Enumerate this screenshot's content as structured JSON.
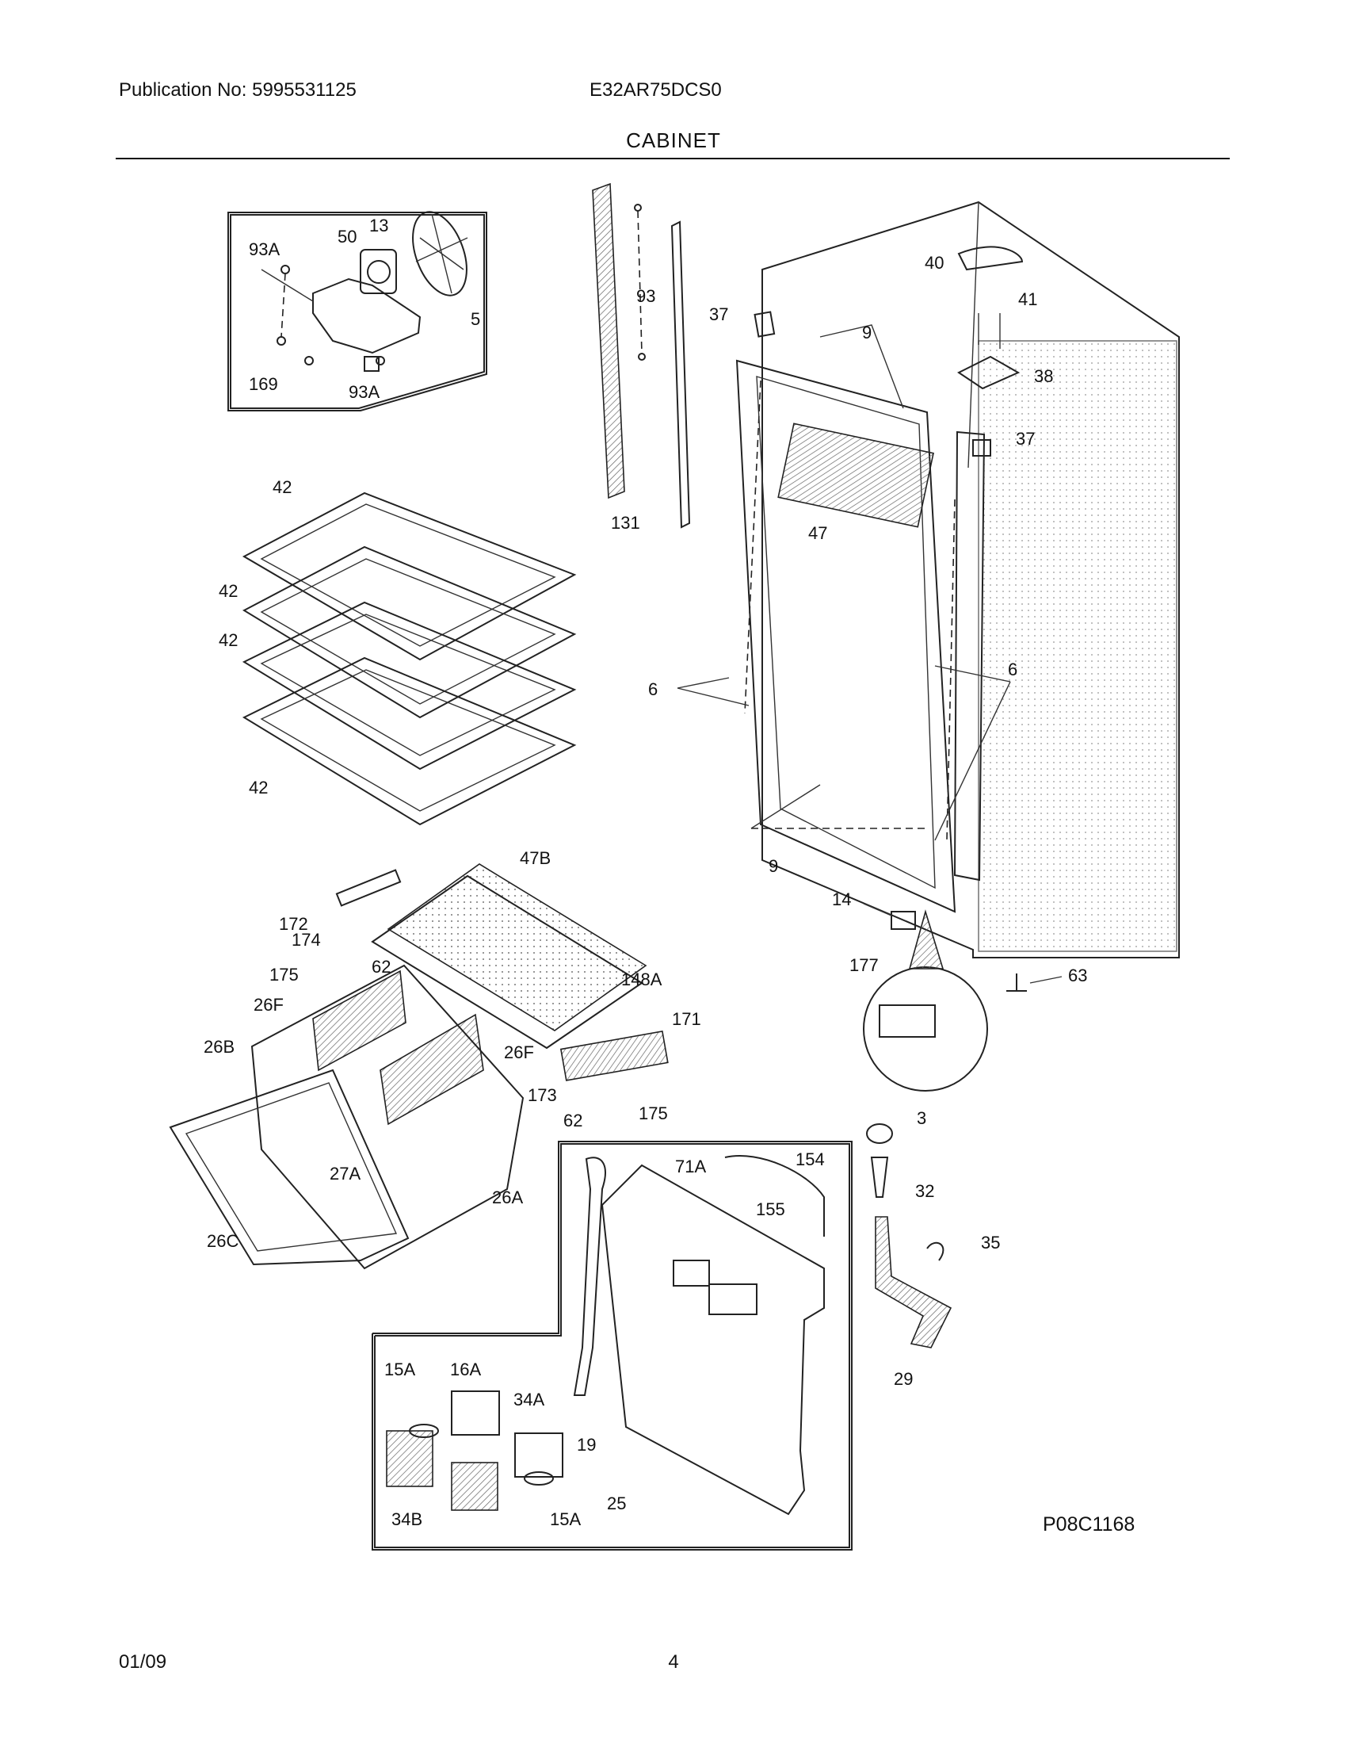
{
  "header": {
    "publication": "Publication No: 5995531125",
    "model": "E32AR75DCS0",
    "section": "CABINET"
  },
  "footer": {
    "date": "01/09",
    "page": "4",
    "figure_code": "P08C1168"
  },
  "callouts": {
    "c50": "50",
    "c13": "13",
    "c93A_1": "93A",
    "c5": "5",
    "c169": "169",
    "c93A_2": "93A",
    "c93": "93",
    "c131": "131",
    "c37_1": "37",
    "c40": "40",
    "c41": "41",
    "c9_1": "9",
    "c38": "38",
    "c37_2": "37",
    "c47": "47",
    "c6_1": "6",
    "c6_2": "6",
    "c9_2": "9",
    "c14": "14",
    "c177": "177",
    "c63": "63",
    "c42_1": "42",
    "c42_2": "42",
    "c42_3": "42",
    "c42_4": "42",
    "c172": "172",
    "c47B": "47B",
    "c174": "174",
    "c175_1": "175",
    "c62_1": "62",
    "c148A": "148A",
    "c26F_1": "26F",
    "c26B": "26B",
    "c26F_2": "26F",
    "c171": "171",
    "c173": "173",
    "c62_2": "62",
    "c175_2": "175",
    "c27A": "27A",
    "c26A": "26A",
    "c26C": "26C",
    "c3": "3",
    "c32": "32",
    "c35": "35",
    "c29": "29",
    "c71A": "71A",
    "c154": "154",
    "c155": "155",
    "c15A_1": "15A",
    "c16A": "16A",
    "c34A": "34A",
    "c19": "19",
    "c34B": "34B",
    "c15A_2": "15A",
    "c25": "25"
  },
  "icons": [
    "fan-motor-icon",
    "fan-blade-icon",
    "shelf-icon",
    "cabinet-icon",
    "crisper-drawer-icon",
    "light-bulb-icon",
    "drain-tube-icon"
  ]
}
